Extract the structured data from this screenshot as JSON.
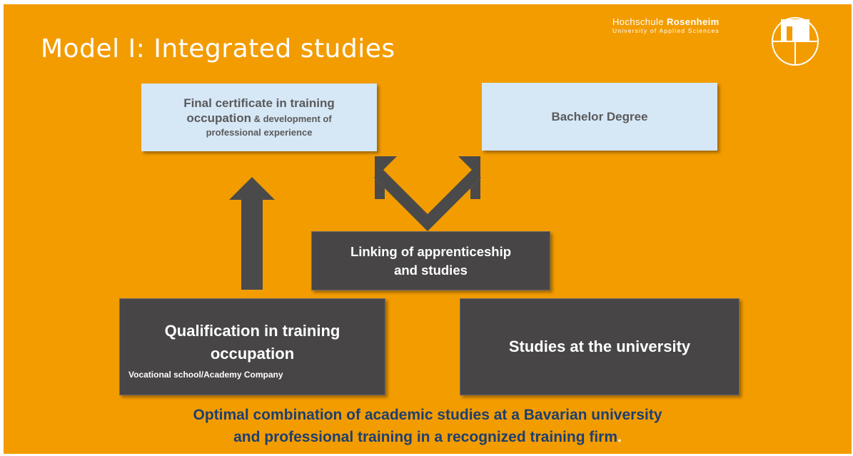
{
  "slide": {
    "title": "Model I: Integrated studies",
    "logo": {
      "name_regular": "Hochschule ",
      "name_bold": "Rosenheim",
      "subtitle": "University of Applied Sciences"
    }
  },
  "diagram": {
    "final_certificate": {
      "line1": "Final certificate in training",
      "line2_bold": "occupation",
      "line2_rest": " & development of",
      "line3": "professional experience"
    },
    "bachelor": "Bachelor Degree",
    "linking": {
      "line1": "Linking of apprenticeship",
      "line2": "and studies"
    },
    "qualification": {
      "title_line1": "Qualification in training",
      "title_line2": "occupation",
      "subtitle": "Vocational school/Academy Company"
    },
    "studies": "Studies at the university"
  },
  "footer": {
    "line1": "Optimal combination of academic studies at a Bavarian university",
    "line2": "and professional training in a recognized training firm",
    "line2_end": "."
  },
  "colors": {
    "background": "#f39c00",
    "light_box": "#d6e7f6",
    "dark_box": "#474545",
    "arrow": "#4a4a4a",
    "footer_text": "#1d3f70"
  }
}
